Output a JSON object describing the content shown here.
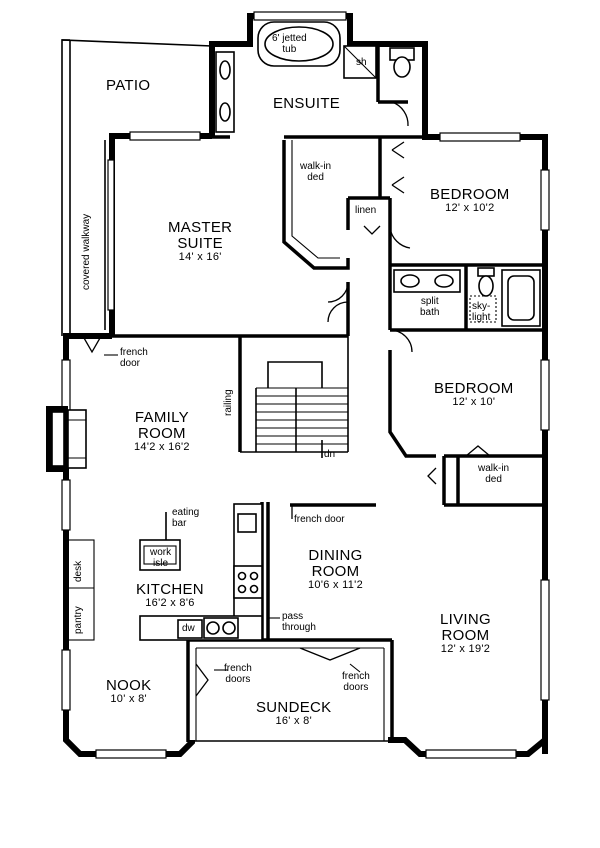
{
  "rooms": {
    "patio": "PATIO",
    "ensuite": "ENSUITE",
    "master_name_1": "MASTER",
    "master_name_2": "SUITE",
    "master_dim": "14' x 16'",
    "bedroom1_name": "BEDROOM",
    "bedroom1_dim": "12' x 10'2",
    "bedroom2_name": "BEDROOM",
    "bedroom2_dim": "12' x 10'",
    "family_name_1": "FAMILY",
    "family_name_2": "ROOM",
    "family_dim": "14'2 x 16'2",
    "dining_name_1": "DINING",
    "dining_name_2": "ROOM",
    "dining_dim": "10'6 x 11'2",
    "kitchen_name": "KITCHEN",
    "kitchen_dim": "16'2 x 8'6",
    "living_name_1": "LIVING",
    "living_name_2": "ROOM",
    "living_dim": "12' x 19'2",
    "nook_name": "NOOK",
    "nook_dim": "10' x 8'",
    "sundeck_name": "SUNDECK",
    "sundeck_dim": "16' x 8'"
  },
  "labels": {
    "jetted_tub_1": "6' jetted",
    "jetted_tub_2": "tub",
    "shower": "sh",
    "walkin_ded_1_a": "walk-in",
    "walkin_ded_1_b": "ded",
    "linen": "linen",
    "split_bath_a": "split",
    "split_bath_b": "bath",
    "skylight_a": "sky-",
    "skylight_b": "light",
    "french_door_family_a": "french",
    "french_door_family_b": "door",
    "railing": "railing",
    "stair_dn": "dn",
    "walkin_ded_2_a": "walk-in",
    "walkin_ded_2_b": "ded",
    "eating_bar_a": "eating",
    "eating_bar_b": "bar",
    "work_isle_a": "work",
    "work_isle_b": "isle",
    "french_door_dining": "french door",
    "dw": "dw",
    "pass_through_a": "pass",
    "pass_through_b": "through",
    "french_doors_nook_a": "french",
    "french_doors_nook_b": "doors",
    "french_doors_living_a": "french",
    "french_doors_living_b": "doors",
    "covered_walkway": "covered walkway",
    "pantry": "pantry",
    "desk": "desk"
  }
}
